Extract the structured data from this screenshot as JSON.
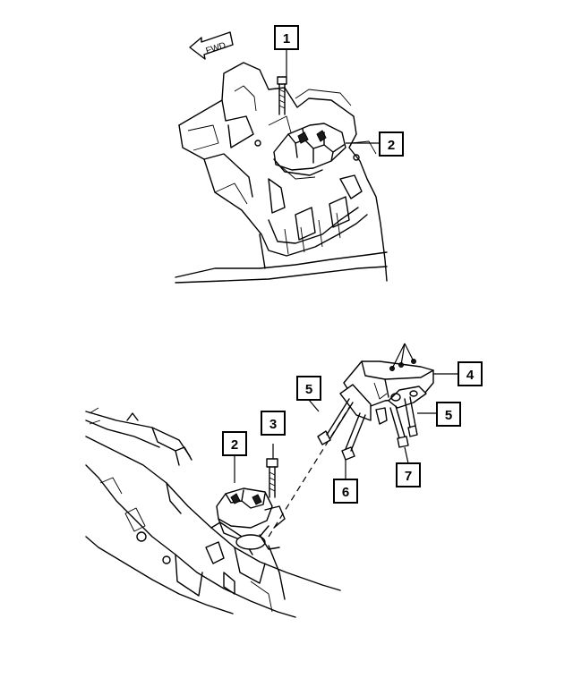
{
  "fwd_arrow": {
    "label": "FWD"
  },
  "callouts": {
    "top_1": "1",
    "top_2": "2",
    "bot_2": "2",
    "bot_3": "3",
    "bot_4": "4",
    "bot_5a": "5",
    "bot_5b": "5",
    "bot_6": "6",
    "bot_7": "7"
  }
}
